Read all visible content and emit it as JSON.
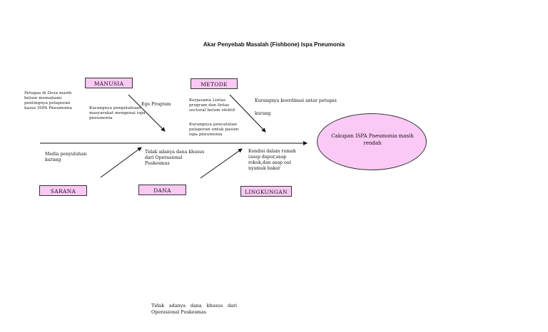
{
  "title": "Akar Penyebab Masalah (Fishbone) Ispa Pneumonia",
  "categories": {
    "manusia": "MANUSIA",
    "metode": "METODE",
    "sarana": "SARANA",
    "dana": "DANA",
    "lingkungan": "LINGKUNGAN"
  },
  "effect": "Cakupan ISPA Pneumonia masih rendah",
  "causes": {
    "manusia_1": "Petugas di Desa masih belum memahami pentingnya pelaporan kasus ISPA Pneumonia",
    "manusia_2": "Ego Program",
    "manusia_3": "Kurangnya pengetahuan masyarakat mengenai ispa pneumonia",
    "metode_1": "Kerjasama Lintas program dan lintas sectoral belum efektif",
    "metode_2": "Kurangnya pencatatan pelaporan untuk pasien ispa pneumonia",
    "metode_3": "Kurangnya koordinasi antar petugas",
    "metode_4": "kurang",
    "sarana_1": "Media penyuluhan kurang",
    "dana_1": "Tidak adanya dana khusus dari Operasional Puskesmas",
    "lingkungan_1": "Kondisi dalam rumah (asap dapur,asap rokok,dan asap oat nyamuk bakar"
  },
  "footer": {
    "line1": "Tidak adanya dana khusus dari",
    "line2": "Operasional Puskesmas"
  }
}
